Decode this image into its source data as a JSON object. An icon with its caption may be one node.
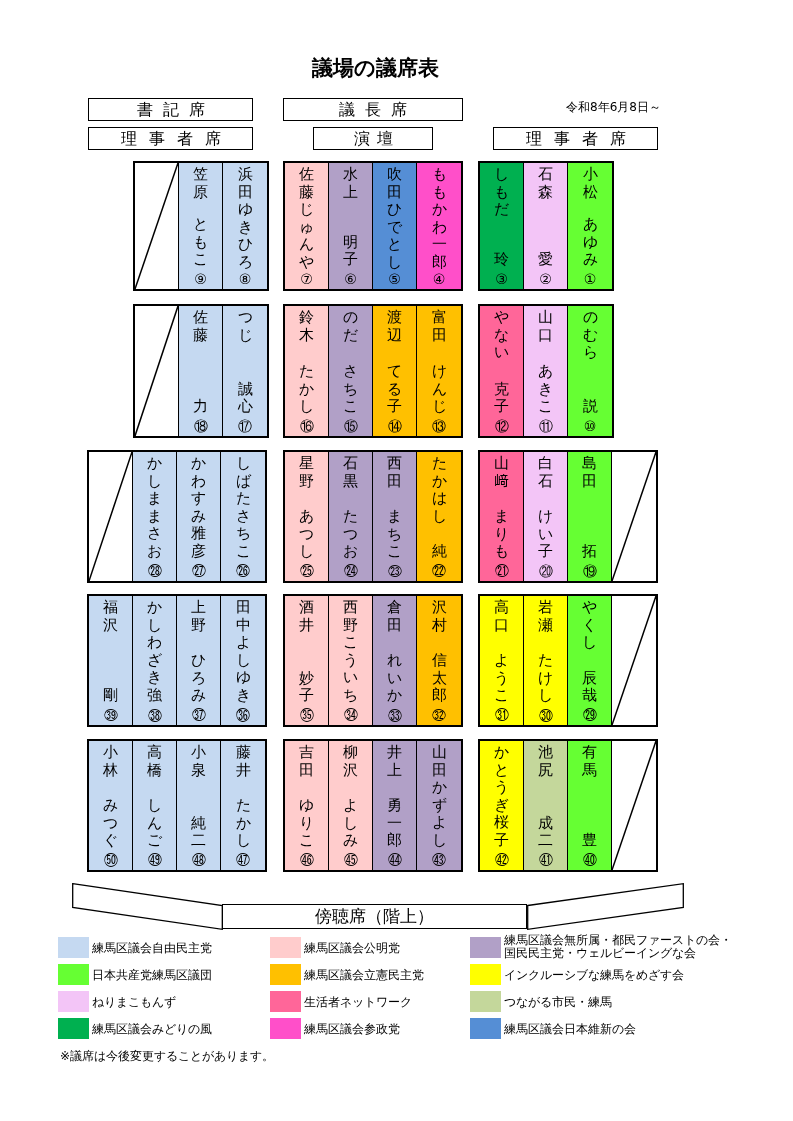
{
  "diagram": {
    "title": "議場の議席表",
    "nodes": [
      {
        "text": [
          "書記席"
        ]
      },
      {
        "text": [
          "議長席"
        ]
      },
      {
        "text": [
          "理事者席"
        ]
      },
      {
        "text": [
          "演壇"
        ]
      },
      {
        "text": [
          "理事者席"
        ]
      },
      {
        "text": [],
        "shape": "box"
      },
      {
        "text": [
          "笠原",
          "ともこ",
          "⑨"
        ]
      },
      {
        "text": [
          "浜田ゆきひろ",
          "⑧"
        ]
      },
      {
        "text": [
          "佐藤じゅんや",
          "⑦"
        ]
      },
      {
        "text": [
          "水上",
          "明子",
          "⑥"
        ]
      },
      {
        "text": [
          "吹田ひでとし",
          "⑤"
        ]
      },
      {
        "text": [
          "ももかわ一郎",
          "④"
        ]
      },
      {
        "text": [
          "しもだ",
          "玲",
          "③"
        ]
      },
      {
        "text": [
          "石森",
          "愛",
          "②"
        ]
      },
      {
        "text": [
          "小松",
          "あゆみ",
          "①"
        ]
      },
      {
        "text": [],
        "shape": "box"
      },
      {
        "text": [
          "佐藤",
          "力",
          "⑱"
        ]
      },
      {
        "text": [
          "つじ",
          "誠心",
          "⑰"
        ]
      },
      {
        "text": [
          "鈴木",
          "たかし",
          "⑯"
        ]
      },
      {
        "text": [
          "のだ",
          "さちこ",
          "⑮"
        ]
      },
      {
        "text": [
          "渡辺",
          "てる子",
          "⑭"
        ]
      },
      {
        "text": [
          "富田",
          "けんじ",
          "⑬"
        ]
      },
      {
        "text": [
          "やない",
          "克子",
          "⑫"
        ]
      },
      {
        "text": [
          "山口",
          "あきこ",
          "⑪"
        ]
      },
      {
        "text": [
          "のむら",
          "説",
          "⑩"
        ]
      },
      {
        "text": [],
        "shape": "box"
      },
      {
        "text": [
          "かしままさお",
          "㉘"
        ]
      },
      {
        "text": [
          "かわすみ雅彦",
          "㉗"
        ]
      },
      {
        "text": [
          "しばたさちこ",
          "㉖"
        ]
      },
      {
        "text": [
          "星野",
          "あつし",
          "㉕"
        ]
      },
      {
        "text": [
          "石黒",
          "たつお",
          "㉔"
        ]
      },
      {
        "text": [
          "西田",
          "まちこ",
          "㉓"
        ]
      },
      {
        "text": [
          "たかはし",
          "純",
          "㉒"
        ]
      },
      {
        "text": [
          "山﨑",
          "まりも",
          "㉑"
        ]
      },
      {
        "text": [
          "白石",
          "けい子",
          "⑳"
        ]
      },
      {
        "text": [
          "島田",
          "拓",
          "⑲"
        ]
      },
      {
        "text": [],
        "shape": "box"
      },
      {
        "text": [
          "福沢",
          "剛",
          "㊴"
        ]
      },
      {
        "text": [
          "かしわざき強",
          "㊳"
        ]
      },
      {
        "text": [
          "上野",
          "ひろみ",
          "㊲"
        ]
      },
      {
        "text": [
          "田中よしゆき",
          "㊱"
        ]
      },
      {
        "text": [
          "酒井",
          "妙子",
          "㉟"
        ]
      },
      {
        "text": [
          "西野こういち",
          "㉞"
        ]
      },
      {
        "text": [
          "倉田",
          "れいか",
          "㉝"
        ]
      },
      {
        "text": [
          "沢村",
          "信太郎",
          "㉜"
        ]
      },
      {
        "text": [
          "高口",
          "ようこ",
          "㉛"
        ]
      },
      {
        "text": [
          "岩瀬",
          "たけし",
          "㉚"
        ]
      },
      {
        "text": [
          "やくし",
          "辰哉",
          "㉙"
        ]
      },
      {
        "text": [],
        "shape": "box"
      },
      {
        "text": [
          "小林",
          "みつぐ",
          "㊿"
        ]
      },
      {
        "text": [
          "高橋",
          "しんご",
          "㊾"
        ]
      },
      {
        "text": [
          "小泉",
          "純二",
          "㊽"
        ]
      },
      {
        "text": [
          "藤井",
          "たかし",
          "㊼"
        ]
      },
      {
        "text": [
          "吉田",
          "ゆりこ",
          "㊻"
        ]
      },
      {
        "text": [
          "柳沢",
          "よしみ",
          "㊺"
        ]
      },
      {
        "text": [
          "井上",
          "勇一郎",
          "㊹"
        ]
      },
      {
        "text": [
          "山田かずよし",
          "㊸"
        ]
      },
      {
        "text": [
          "かとうぎ桜子",
          "㊷"
        ]
      },
      {
        "text": [
          "池尻",
          "成二",
          "㊶"
        ]
      },
      {
        "text": [
          "有馬",
          "豊",
          "㊵"
        ]
      },
      {
        "text": [],
        "shape": "box"
      },
      {
        "text": [],
        "shape": "bar"
      },
      {
        "text": [
          "傍聴席（階上）"
        ]
      },
      {
        "text": [],
        "shape": "bar"
      }
    ],
    "labels": [
      "令和8年6月8日～",
      "※議席は今後変更することがあります。"
    ],
    "legend": [
      {
        "text": "練馬区議会自由民主党",
        "color": "#c5d9f1"
      },
      {
        "text": "練馬区議会公明党",
        "color": "#ffcccc"
      },
      {
        "text": "練馬区議会無所属・都民ファーストの会・国民民主党・ウェルビーイングな会",
        "color": "#b1a0c7"
      },
      {
        "text": "日本共産党練馬区議団",
        "color": "#66ff33"
      },
      {
        "text": "練馬区議会立憲民主党",
        "color": "#ffc000"
      },
      {
        "text": "インクルーシブな練馬をめざす会",
        "color": "#ffff00"
      },
      {
        "text": "ねりまこもんず",
        "color": "#f3c5f7"
      },
      {
        "text": "生活者ネットワーク",
        "color": "#ff6699"
      },
      {
        "text": "つながる市民・練馬",
        "color": "#c4d79b"
      },
      {
        "text": "練馬区議会みどりの風",
        "color": "#00b050"
      },
      {
        "text": "練馬区議会参政党",
        "color": "#ff4fc9"
      },
      {
        "text": "練馬区議会日本維新の会",
        "color": "#558ed5"
      }
    ]
  }
}
